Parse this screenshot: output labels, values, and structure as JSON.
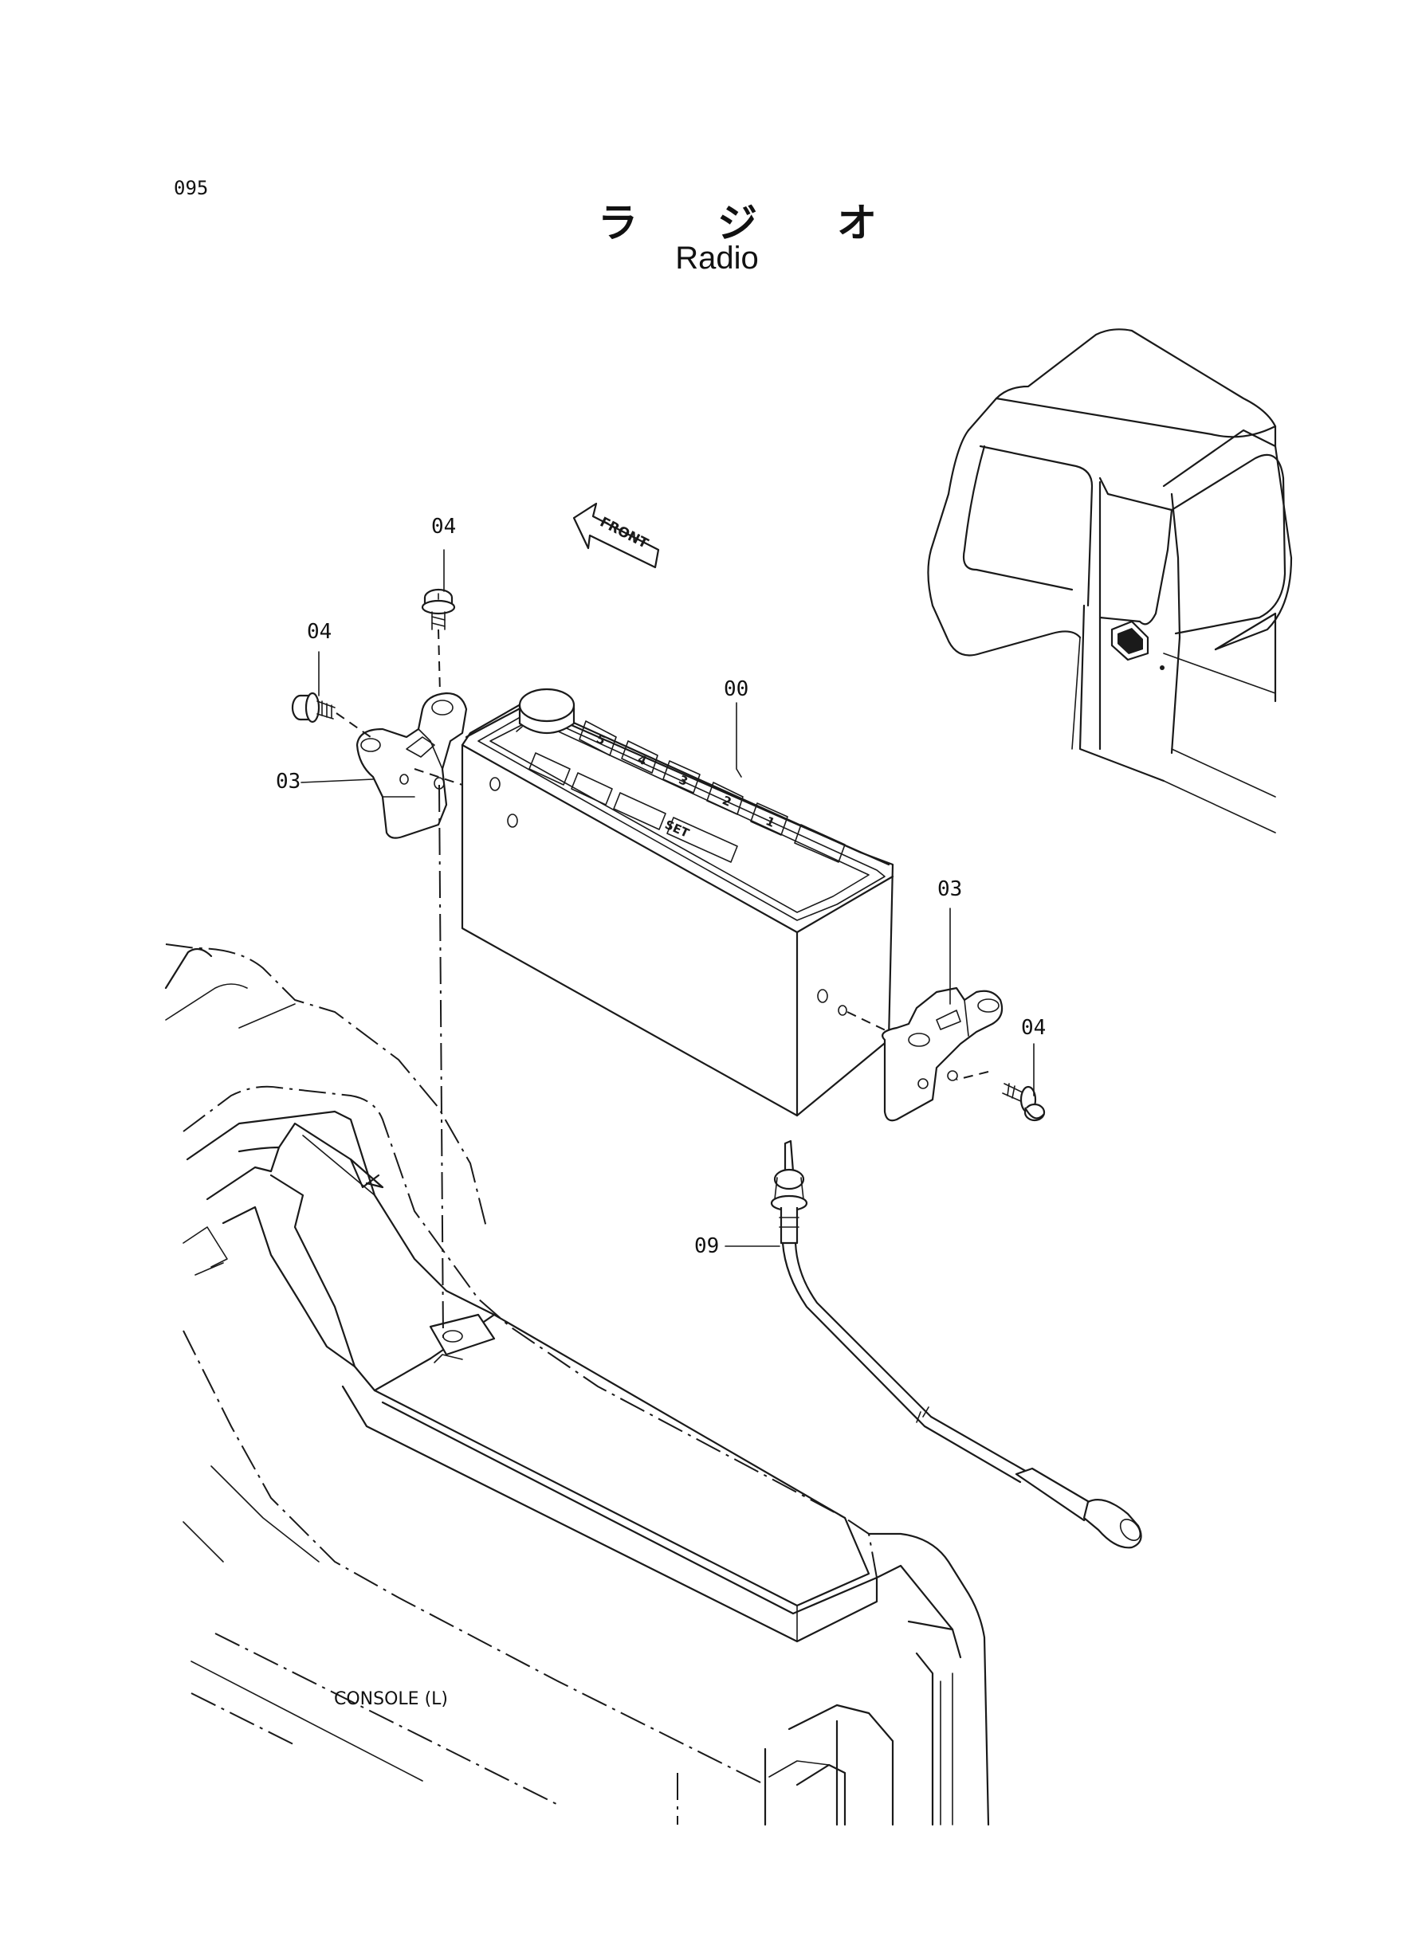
{
  "page": {
    "page_number": "095",
    "title_jp": [
      "ラ",
      "ジ",
      "オ"
    ],
    "title_en": "Radio"
  },
  "callouts": [
    {
      "id": "00",
      "label": "00"
    },
    {
      "id": "03a",
      "label": "03"
    },
    {
      "id": "03b",
      "label": "03"
    },
    {
      "id": "04a",
      "label": "04"
    },
    {
      "id": "04b",
      "label": "04"
    },
    {
      "id": "04c",
      "label": "04"
    },
    {
      "id": "09",
      "label": "09"
    }
  ],
  "labels": {
    "front_arrow": "FRONT",
    "console": "CONSOLE (L)",
    "radio_buttons": [
      "5",
      "4",
      "3",
      "2",
      "1",
      "SET"
    ]
  }
}
